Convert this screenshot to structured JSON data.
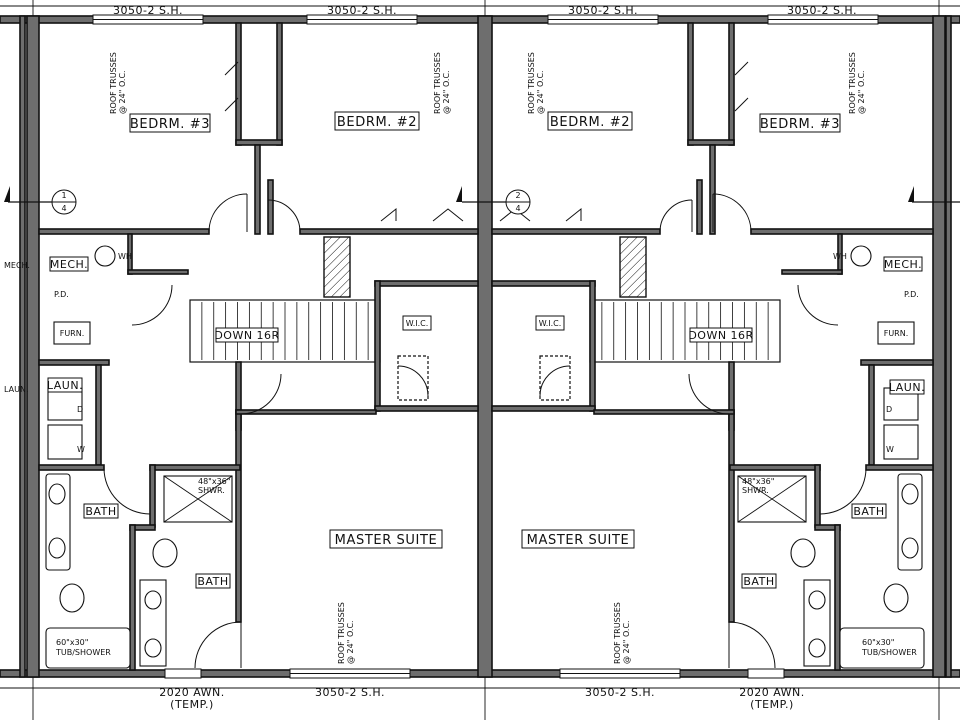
{
  "windows": {
    "top_1": "3050-2 S.H.",
    "top_2": "3050-2 S.H.",
    "top_3": "3050-2 S.H.",
    "top_4": "3050-2 S.H.",
    "bottom_1": "3050-2 S.H.",
    "bottom_2": "3050-2 S.H."
  },
  "awnings": {
    "left": "2020 AWN.",
    "left_temp": "(TEMP.)",
    "right": "2020 AWN.",
    "right_temp": "(TEMP.)"
  },
  "rooms": {
    "bedroom_3_left": "BEDRM. #3",
    "bedroom_2_left": "BEDRM. #2",
    "bedroom_2_right": "BEDRM. #2",
    "bedroom_3_right": "BEDRM. #3",
    "mech_left": "MECH.",
    "mech_right": "MECH.",
    "wic_left": "W.I.C.",
    "wic_right": "W.I.C.",
    "laun_left": "LAUN.",
    "laun_right": "LAUN.",
    "bath_left": "BATH",
    "bath_right": "BATH",
    "master_bath_left": "BATH",
    "master_bath_right": "BATH",
    "master_left": "MASTER SUITE",
    "master_right": "MASTER SUITE",
    "edge_mech": "MECH.",
    "edge_laun": "LAUN."
  },
  "stairs": {
    "left": "DOWN 16R",
    "right": "DOWN 16R"
  },
  "fixtures": {
    "wh": "WH",
    "pd": "P.D.",
    "furn": "FURN.",
    "washer": "W",
    "dryer": "D",
    "shower_size": "48\"x36\"",
    "shower_label": "SHWR.",
    "tub_size": "60\"x30\"",
    "tub_label": "TUB/SHOWER"
  },
  "notes": {
    "roof_trusses": "ROOF TRUSSES",
    "truss_spacing": "@ 24\" O.C."
  },
  "section_markers": {
    "marker_1_top": "1",
    "marker_1_bottom": "4",
    "marker_2_top": "2",
    "marker_2_bottom": "4"
  }
}
